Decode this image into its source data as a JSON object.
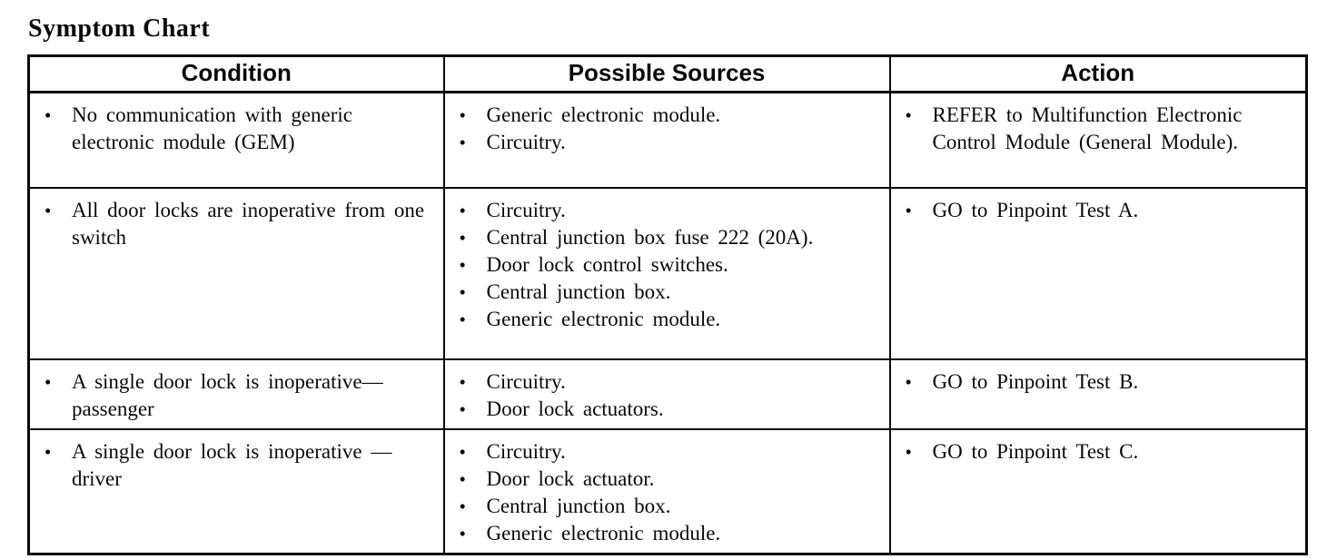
{
  "title": "Symptom Chart",
  "bullet_glyph": "•",
  "colors": {
    "ink": "#0a0a0a",
    "paper": "#ffffff"
  },
  "table": {
    "headers": [
      "Condition",
      "Possible Sources",
      "Action"
    ],
    "rows": [
      {
        "condition": [
          "No communication with generic electronic module (GEM)"
        ],
        "sources": [
          "Generic electronic module.",
          "Circuitry."
        ],
        "action": [
          "REFER to Multifunction Electronic Control Module (General Module)."
        ]
      },
      {
        "condition": [
          "All door locks are inoperative from one switch"
        ],
        "sources": [
          "Circuitry.",
          "Central junction box fuse 222 (20A).",
          "Door lock control switches.",
          "Central junction box.",
          "Generic electronic module."
        ],
        "action": [
          "GO to Pinpoint Test A."
        ]
      },
      {
        "condition": [
          "A single door lock is inoperative—passenger"
        ],
        "sources": [
          "Circuitry.",
          "Door lock actuators."
        ],
        "action": [
          "GO to Pinpoint Test B."
        ]
      },
      {
        "condition": [
          "A single door lock is inoperative — driver"
        ],
        "sources": [
          "Circuitry.",
          "Door lock actuator.",
          "Central junction box.",
          "Generic electronic module."
        ],
        "action": [
          "GO to Pinpoint Test C."
        ]
      }
    ]
  }
}
